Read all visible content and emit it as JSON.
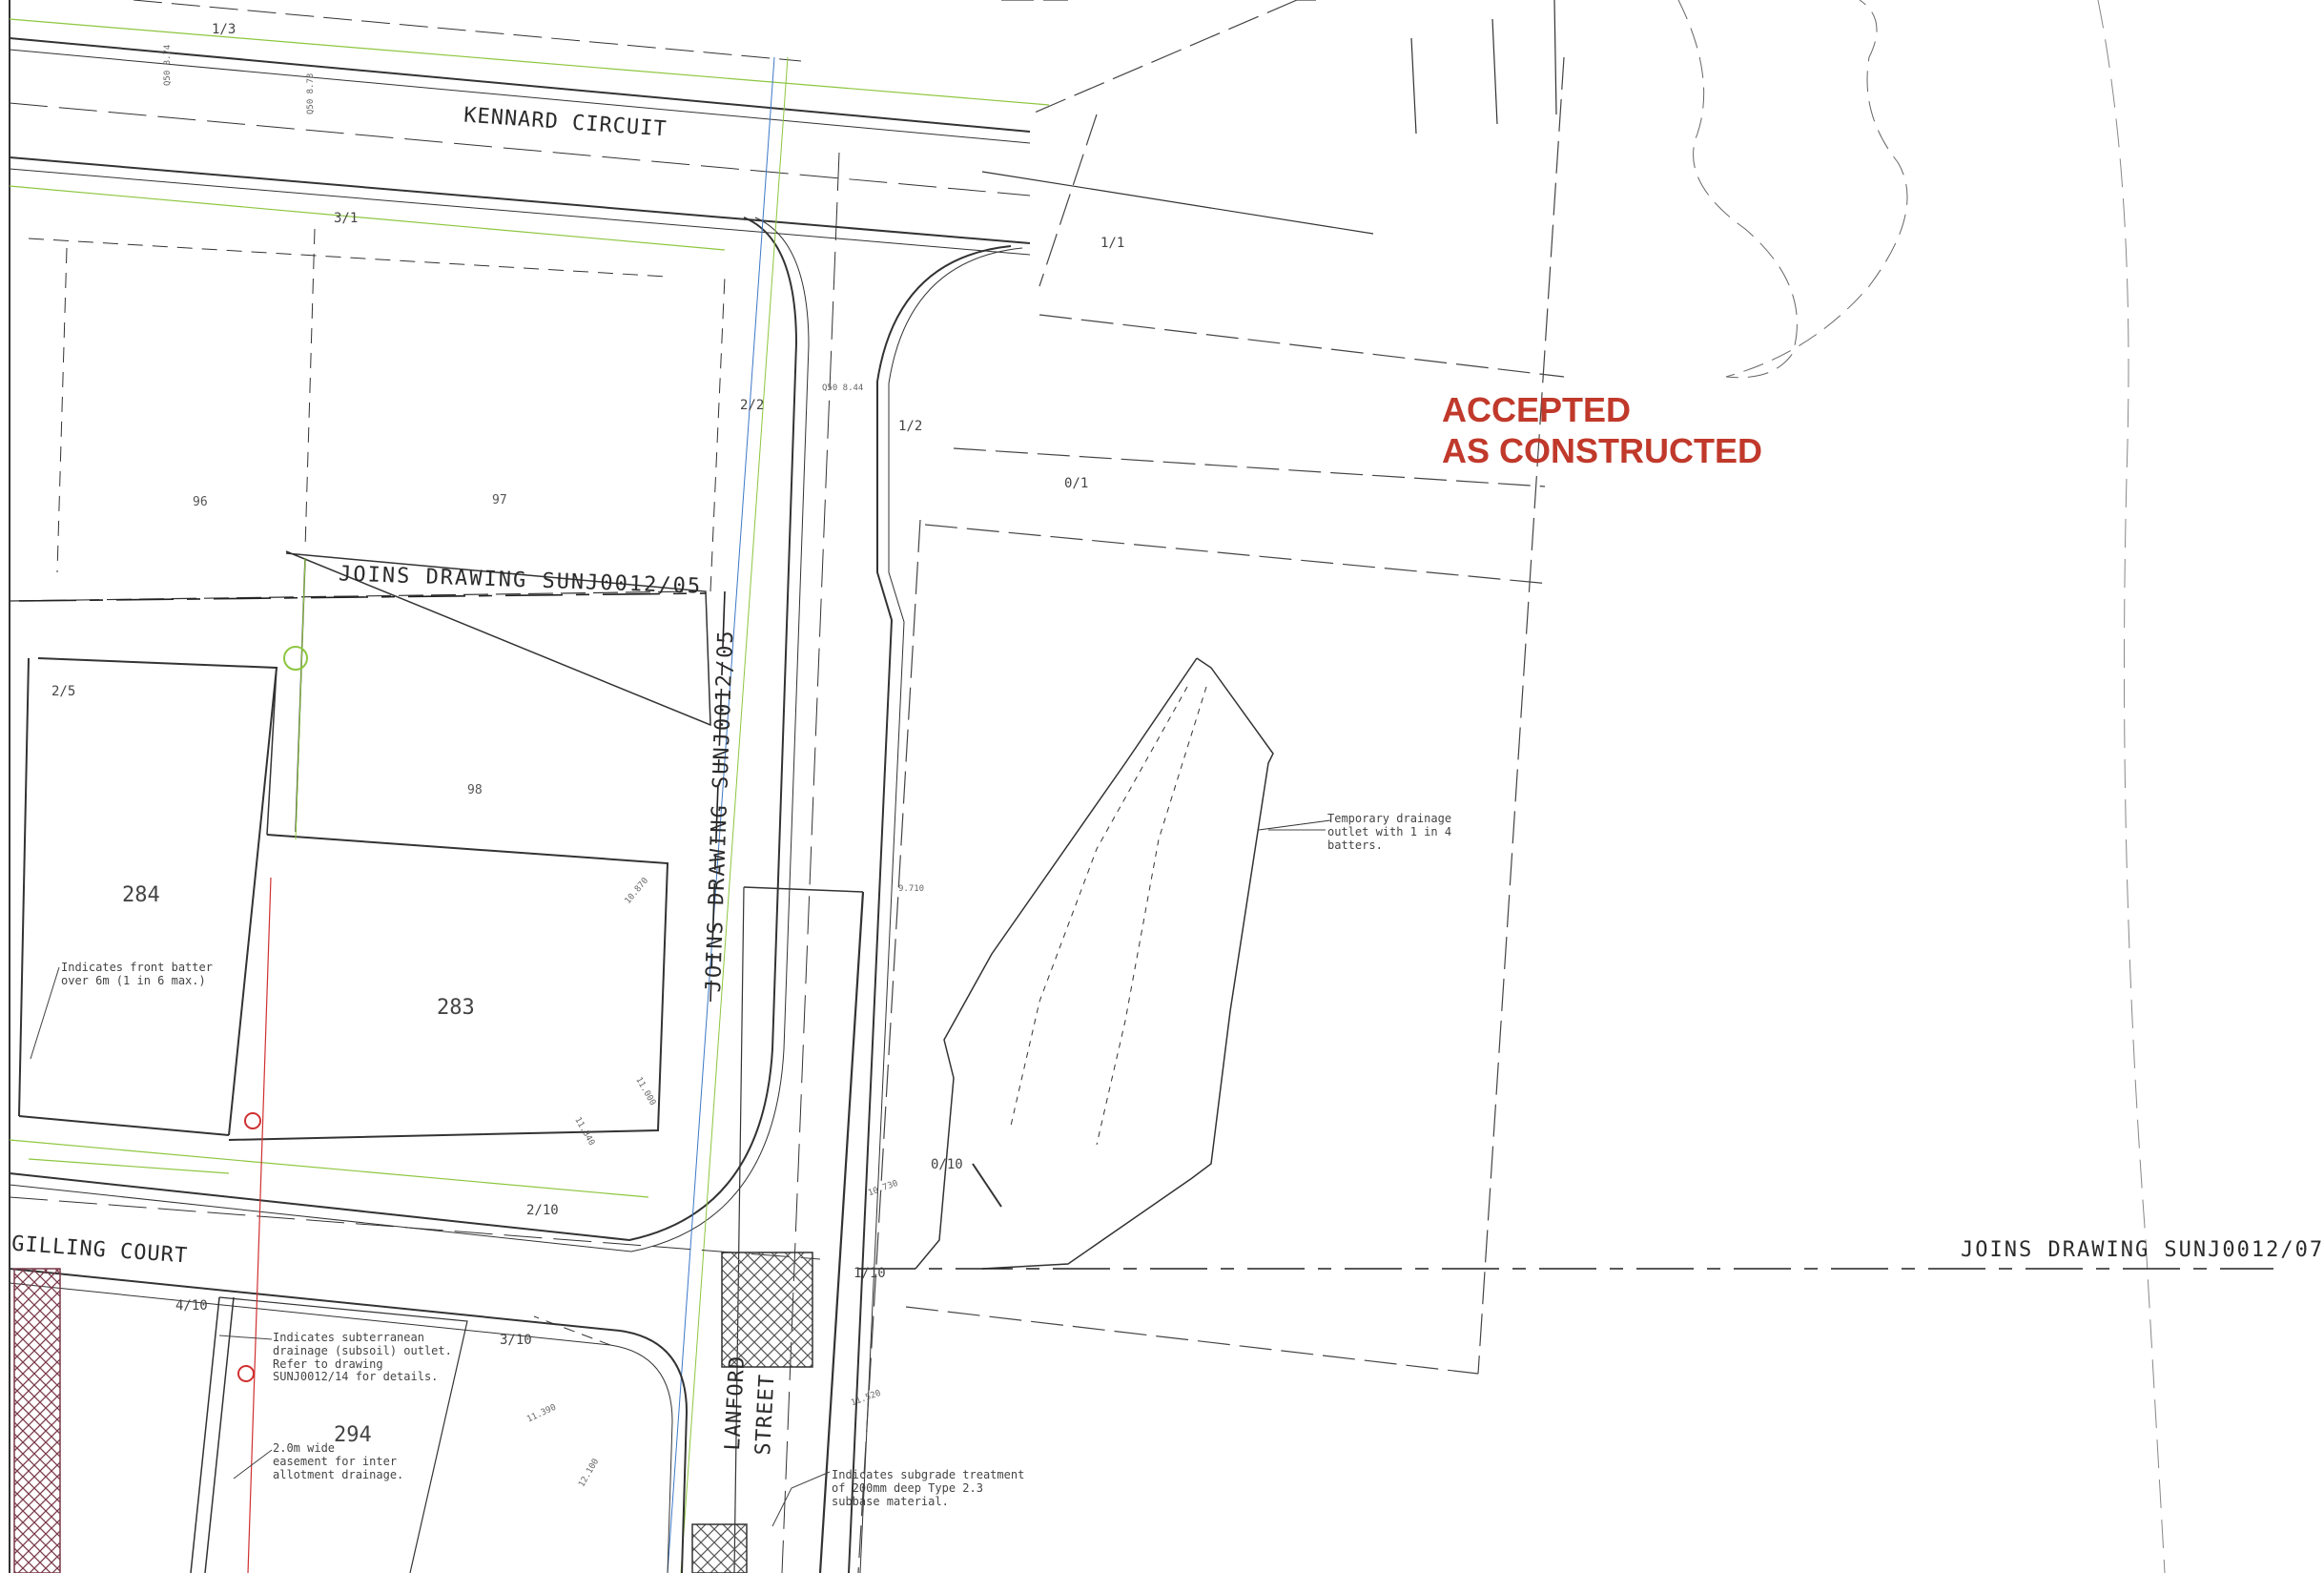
{
  "stamp": {
    "line1": "ACCEPTED",
    "line2": "AS CONSTRUCTED",
    "color": "#c0392b"
  },
  "roads": {
    "kennard": "KENNARD CIRCUIT",
    "gilling": "GILLING COURT",
    "lanford_1": "LANFORD",
    "lanford_2": "STREET"
  },
  "joins": {
    "d05_horizontal": "JOINS DRAWING SUNJ0012/05",
    "d05_vertical": "JOINS DRAWING SUNJ0012/05",
    "d07": "JOINS DRAWING SUNJ0012/07"
  },
  "lots": {
    "l96": "96",
    "l97": "97",
    "l98": "98",
    "l284": "284",
    "l283": "283",
    "l294": "294"
  },
  "points": {
    "p1_3": "1/3",
    "p3_1": "3/1",
    "p1_1": "1/1",
    "p2_2": "2/2",
    "p1_2": "1/2",
    "p0_1": "0/1",
    "p2_5": "2/5",
    "p0_10": "0/10",
    "p2_10": "2/10",
    "p1_10": "1/10",
    "p4_10": "4/10",
    "p3_10": "3/10"
  },
  "levels": {
    "pit_1": "Q50 8.74",
    "pit_2": "Q50 8.73",
    "pit_3": "Q50 8.44",
    "l9710": "9.710",
    "l10730": "10.730",
    "l11520": "11.520",
    "l11390": "11.390",
    "l12100": "12.100",
    "l10870": "10.870",
    "l11000": "11.000",
    "l11340": "11.340"
  },
  "notes": {
    "drainage_outlet": "Temporary drainage\noutlet with 1 in 4\nbatters.",
    "front_batter": "Indicates front batter\nover 6m (1 in 6 max.)",
    "subsoil": "Indicates subterranean\ndrainage (subsoil) outlet.\nRefer to drawing\nSUNJ0012/14 for details.",
    "easement": "2.0m wide\neasement for inter\nallotment drainage.",
    "subgrade": "Indicates subgrade treatment\nof 200mm deep Type 2.3\nsubbase material."
  },
  "colors": {
    "line": "#333333",
    "green": "#8dc63f",
    "blue": "#3c78c8",
    "red": "#d03030",
    "hatch": "#7a3a4a"
  }
}
